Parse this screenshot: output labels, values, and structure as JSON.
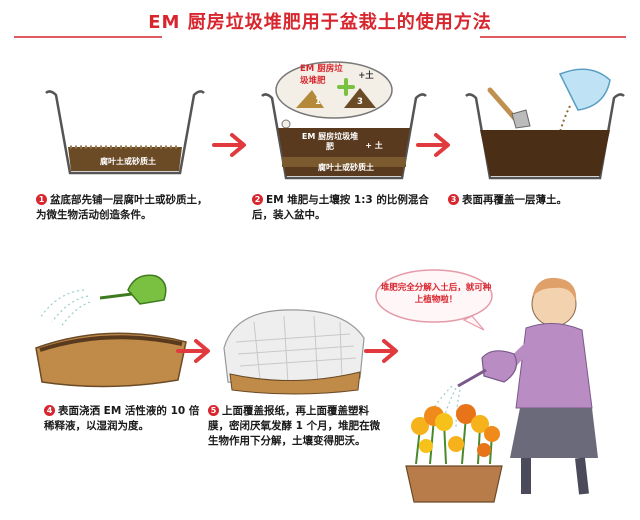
{
  "title": "EM 厨房垃圾堆肥用于盆栽土的使用方法",
  "steps": [
    {
      "num": "1",
      "text": "盆底部先铺一层腐叶土或砂质土，为微生物活动创造条件。"
    },
    {
      "num": "2",
      "text": "EM 堆肥与土壤按 1:3 的比例混合后，装入盆中。"
    },
    {
      "num": "3",
      "text": "表面再覆盖一层薄土。"
    },
    {
      "num": "4",
      "text": "表面浇洒 EM 活性液的 10 倍稀释液，以湿润为度。"
    },
    {
      "num": "5",
      "text": "上面覆盖报纸，再上面覆盖塑料膜，密闭厌氧发酵 1 个月，堆肥在微生物作用下分解，土壤变得肥沃。"
    }
  ],
  "labels": {
    "leaf_soil_1": "腐叶土或砂质土",
    "leaf_soil_2": "腐叶土或砂质土",
    "em_compost_in_pot": "EM 厨房垃圾堆肥",
    "plus_in_pot": "+ 土",
    "bubble_compost": "EM 厨房垃圾堆肥",
    "bubble_plus_soil": "+土",
    "ratio_left": "1",
    "ratio_right": "3",
    "speech": "堆肥完全分解入土后，就可种上植物啦！"
  },
  "colors": {
    "title": "#d8262e",
    "arrow": "#e03a3e",
    "soil_dark": "#5a3a1e",
    "soil_light": "#8a6a3a",
    "pot_outline": "#555555"
  }
}
